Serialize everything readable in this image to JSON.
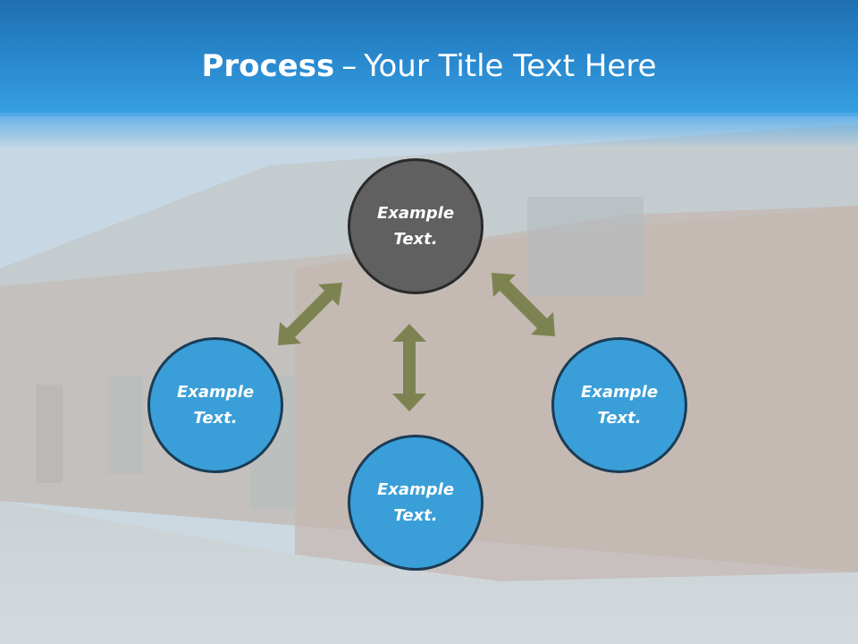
{
  "slide": {
    "title_bold": "Process",
    "title_dash": "–",
    "title_rest": "Your Title Text Here"
  },
  "diagram": {
    "nodes": [
      {
        "id": "top",
        "text": "Example Text.",
        "color": "#606060"
      },
      {
        "id": "left",
        "text": "Example Text.",
        "color": "#3a9fd8"
      },
      {
        "id": "bottom",
        "text": "Example Text.",
        "color": "#3a9fd8"
      },
      {
        "id": "right",
        "text": "Example Text.",
        "color": "#3a9fd8"
      }
    ],
    "arrow_color": "#7d8350"
  }
}
